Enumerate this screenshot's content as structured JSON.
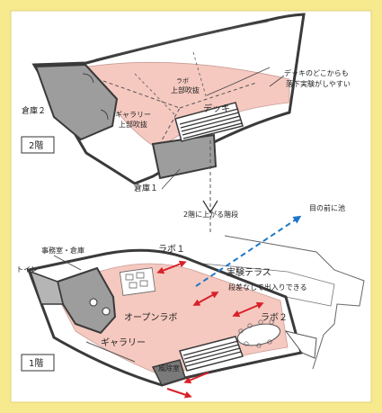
{
  "floors": {
    "upper": {
      "floor_label": "2階",
      "rooms": {
        "storage2": "倉庫２",
        "storage1": "倉庫１",
        "gallery_void_line1": "ギャラリー",
        "gallery_void_line2": "上部吹抜",
        "lab_void_line1": "ラボ",
        "lab_void_line2": "上部吹抜",
        "deck": "デッキ"
      },
      "note_line1": "デッキのどこからも",
      "note_line2": "落下実験がしやすい"
    },
    "lower": {
      "floor_label": "1階",
      "rooms": {
        "office_storage": "事務室・倉庫",
        "toilet": "トイレ",
        "lab1": "ラボ１",
        "open_lab": "オープンラボ",
        "lab2": "ラボ２",
        "gallery": "ギャラリー",
        "windbreak": "風除室"
      },
      "terrace_title": "実験テラス",
      "terrace_note": "段差なしで出入りできる"
    }
  },
  "annotations": {
    "stair_to_upper": "2階に上がる階段",
    "pond_view": "目の前に池"
  },
  "colors": {
    "background": "#f6e98e",
    "panel": "#ffffff",
    "circulation_pink": "#f5c9c0",
    "storage_gray": "#9d9d9d",
    "wall": "#3a3a3a",
    "arrow_red": "#d8212a",
    "arrow_blue": "#1f78c8"
  }
}
